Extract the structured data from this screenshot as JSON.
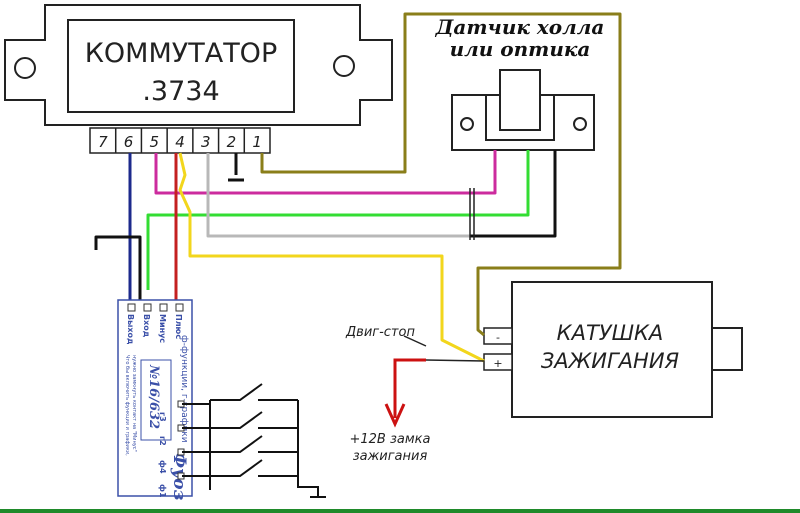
{
  "commutator": {
    "title": "КОММУТАТОР",
    "model": ".3734",
    "pins": [
      "7",
      "6",
      "5",
      "4",
      "3",
      "2",
      "1"
    ]
  },
  "sensor": {
    "line1": "Датчик холла",
    "line2": "или оптика"
  },
  "coil": {
    "line1": "КАТУШКА",
    "line2": "ЗАЖИГАНИЯ",
    "term_top": "-",
    "term_bottom": "+"
  },
  "stop": {
    "label": "Двиг-стоп"
  },
  "ignition": {
    "line1": "+12В замка",
    "line2": "зажигания"
  },
  "module": {
    "name": "Фуоз",
    "model": "№16/632",
    "pins": [
      "Плюс",
      "Минус",
      "Вход",
      "Выход"
    ],
    "caption1": "ф-функции, г-графики",
    "caption2": "Что бы включить функции и графики,",
    "caption3": "нужно замкнуть контакт на \"Минус\"",
    "switch_labels": [
      "г3",
      "г2",
      "ф4",
      "ф1"
    ]
  },
  "colors": {
    "magenta": "#cc2b9e",
    "green": "#33dd33",
    "gray": "#b8b8b8",
    "black": "#111111",
    "olive": "#8a7e1a",
    "yellow": "#f2d61c",
    "red": "#c42020",
    "blue": "#1c2a8c",
    "arrow": "#cc1111",
    "frame": "#1f8a2a",
    "module_text": "#3b50a8"
  }
}
